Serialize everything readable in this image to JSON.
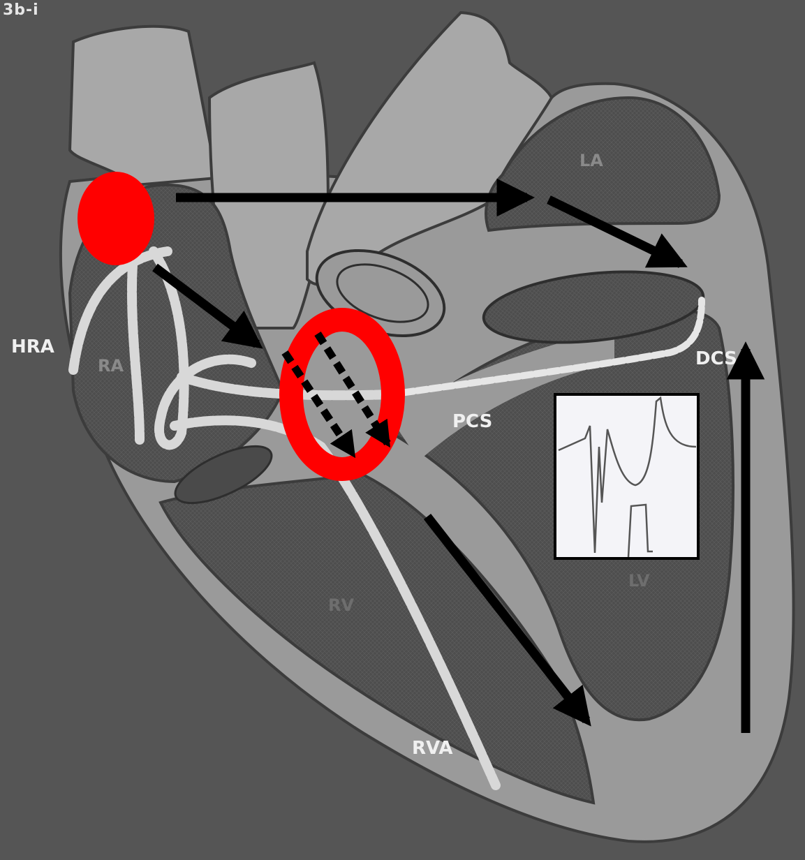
{
  "figure_label": "3b-i",
  "labels": {
    "hra": "HRA",
    "ra": "RA",
    "la": "LA",
    "rv": "RV",
    "lv": "LV",
    "pcs": "PCS",
    "dcs": "DCS",
    "rva": "RVA"
  },
  "colors": {
    "background": "#555555",
    "wall": "#999999",
    "chamber": "#4f4f4f",
    "vessel": "#a8a8a8",
    "highlight": "#ff0000",
    "arrow": "#000000",
    "catheter": "#d8d8d8"
  },
  "icons": {
    "activation_origin": "red-dot",
    "av_node_zone": "red-ring",
    "conduction_path": "arrow",
    "ecg_inset": "waveform"
  }
}
